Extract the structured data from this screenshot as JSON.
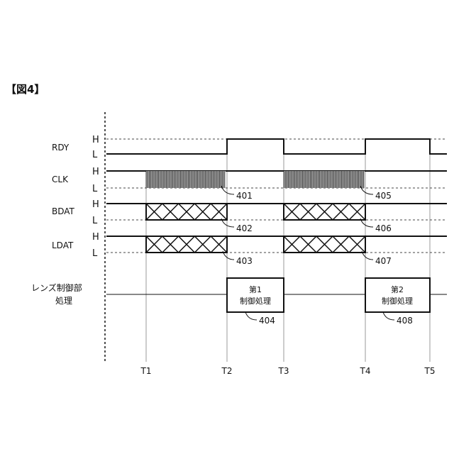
{
  "figure_label": "【図4】",
  "signals": [
    {
      "name": "RDY",
      "high": "H",
      "low": "L"
    },
    {
      "name": "CLK",
      "high": "H",
      "low": "L"
    },
    {
      "name": "BDAT",
      "high": "H",
      "low": "L"
    },
    {
      "name": "LDAT",
      "high": "H",
      "low": "L"
    }
  ],
  "lens_control": {
    "line1": "レンズ制御部",
    "line2": "処理"
  },
  "time_markers": [
    "T1",
    "T2",
    "T3",
    "T4",
    "T5"
  ],
  "process_boxes": [
    {
      "line1": "第1",
      "line2": "制御処理",
      "ref": "404"
    },
    {
      "line1": "第2",
      "line2": "制御処理",
      "ref": "408"
    }
  ],
  "references": {
    "clk_first": "401",
    "bdat_first": "402",
    "ldat_first": "403",
    "clk_second": "405",
    "bdat_second": "406",
    "ldat_second": "407"
  }
}
